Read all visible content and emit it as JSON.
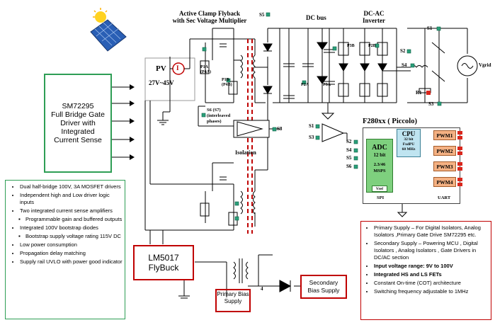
{
  "titles": {
    "acf_line1": "Active Clamp Flyback",
    "acf_line2": "with Sec Voltage Multiplier",
    "dc_bus": "DC bus",
    "inverter_line1": "DC-AC",
    "inverter_line2": "Inverter",
    "isolation": "Isolation"
  },
  "pv": {
    "label": "PV",
    "current_symbol": "I",
    "voltage": "27V~45V"
  },
  "gate_driver": {
    "line1": "SM72295",
    "line2": "Full Bridge Gate",
    "line3": "Driver with",
    "line4": "Integrated",
    "line5": "Current Sense"
  },
  "switches": {
    "p1a": "P1A",
    "p4a": "(P4A)",
    "p1b": "P1B",
    "p4b": "(P4B)",
    "p2a": "P2A",
    "p3a": "P3A",
    "p3b": "P3B",
    "p2b": "P2B",
    "s6_line1": "S6 (S7)",
    "s6_line2": "(interleaved",
    "s6_line3": "phases)"
  },
  "signals": {
    "s1": "S1",
    "s2": "S2",
    "s3": "S3",
    "s4": "S4",
    "s5": "S5",
    "s6": "S6",
    "s8": "S8",
    "r1": "R1",
    "vgrid": "Vgrid"
  },
  "mcu": {
    "title": "F280xx ( Piccolo)",
    "cpu_l1": "CPU",
    "cpu_l2": "32 bit",
    "cpu_l3": "FxdPU",
    "cpu_l4": "60 MHz",
    "adc_l1": "ADC",
    "adc_l2": "12 bit",
    "adc_l3": "2.3/46",
    "adc_l4": "MSPS",
    "vref": "Vref",
    "pwm": [
      "PWM1",
      "PWM2",
      "PWM3",
      "PWM4"
    ],
    "spi": "SPI",
    "uart": "UART"
  },
  "flybuck": {
    "line1": "LM5017",
    "line2": "FlyBuck",
    "primary_bias": "Primary Bias Supply",
    "secondary_bias_l1": "Secondary",
    "secondary_bias_l2": "Bias Supply",
    "pin4": "4"
  },
  "features_left": {
    "items": [
      "Dual half-bridge 100V, 3A MOSFET drivers",
      "Independent high and Low driver logic inputs",
      "Two integrated current sense amplifiers"
    ],
    "sub_items": [
      "Programmable gain and buffered outputs"
    ],
    "items2": [
      "Integrated 100V bootstrap diodes"
    ],
    "sub_items2": [
      "Bootstrap supply voltage rating 115V DC"
    ],
    "items3": [
      "Low power consumption",
      "Propagation delay matching",
      "Supply rail UVLO with power good indicator"
    ]
  },
  "features_right": {
    "items": [
      "Primary Supply – For Digital Isolators, Analog Isolators ,Primary Gate Drive SM72295 etc.",
      "Secondary Supply – Powering MCU , Digital Isolators , Analog Isolators , Gate Drivers in DC/AC section"
    ],
    "bold_items": [
      "Input voltage range: 9V to 100V",
      "Integrated HS and LS FETs"
    ],
    "items2": [
      "Constant On-time (COT) architecture",
      "Switching frequency adjustable to 1MHz"
    ]
  },
  "colors": {
    "green": "#2e9e55",
    "red": "#c00000",
    "teal": "#2aa07a",
    "adc": "#7ed07e",
    "cpu": "#bfe4f0",
    "pwm": "#f4b183",
    "pin_red": "#d9261c"
  }
}
